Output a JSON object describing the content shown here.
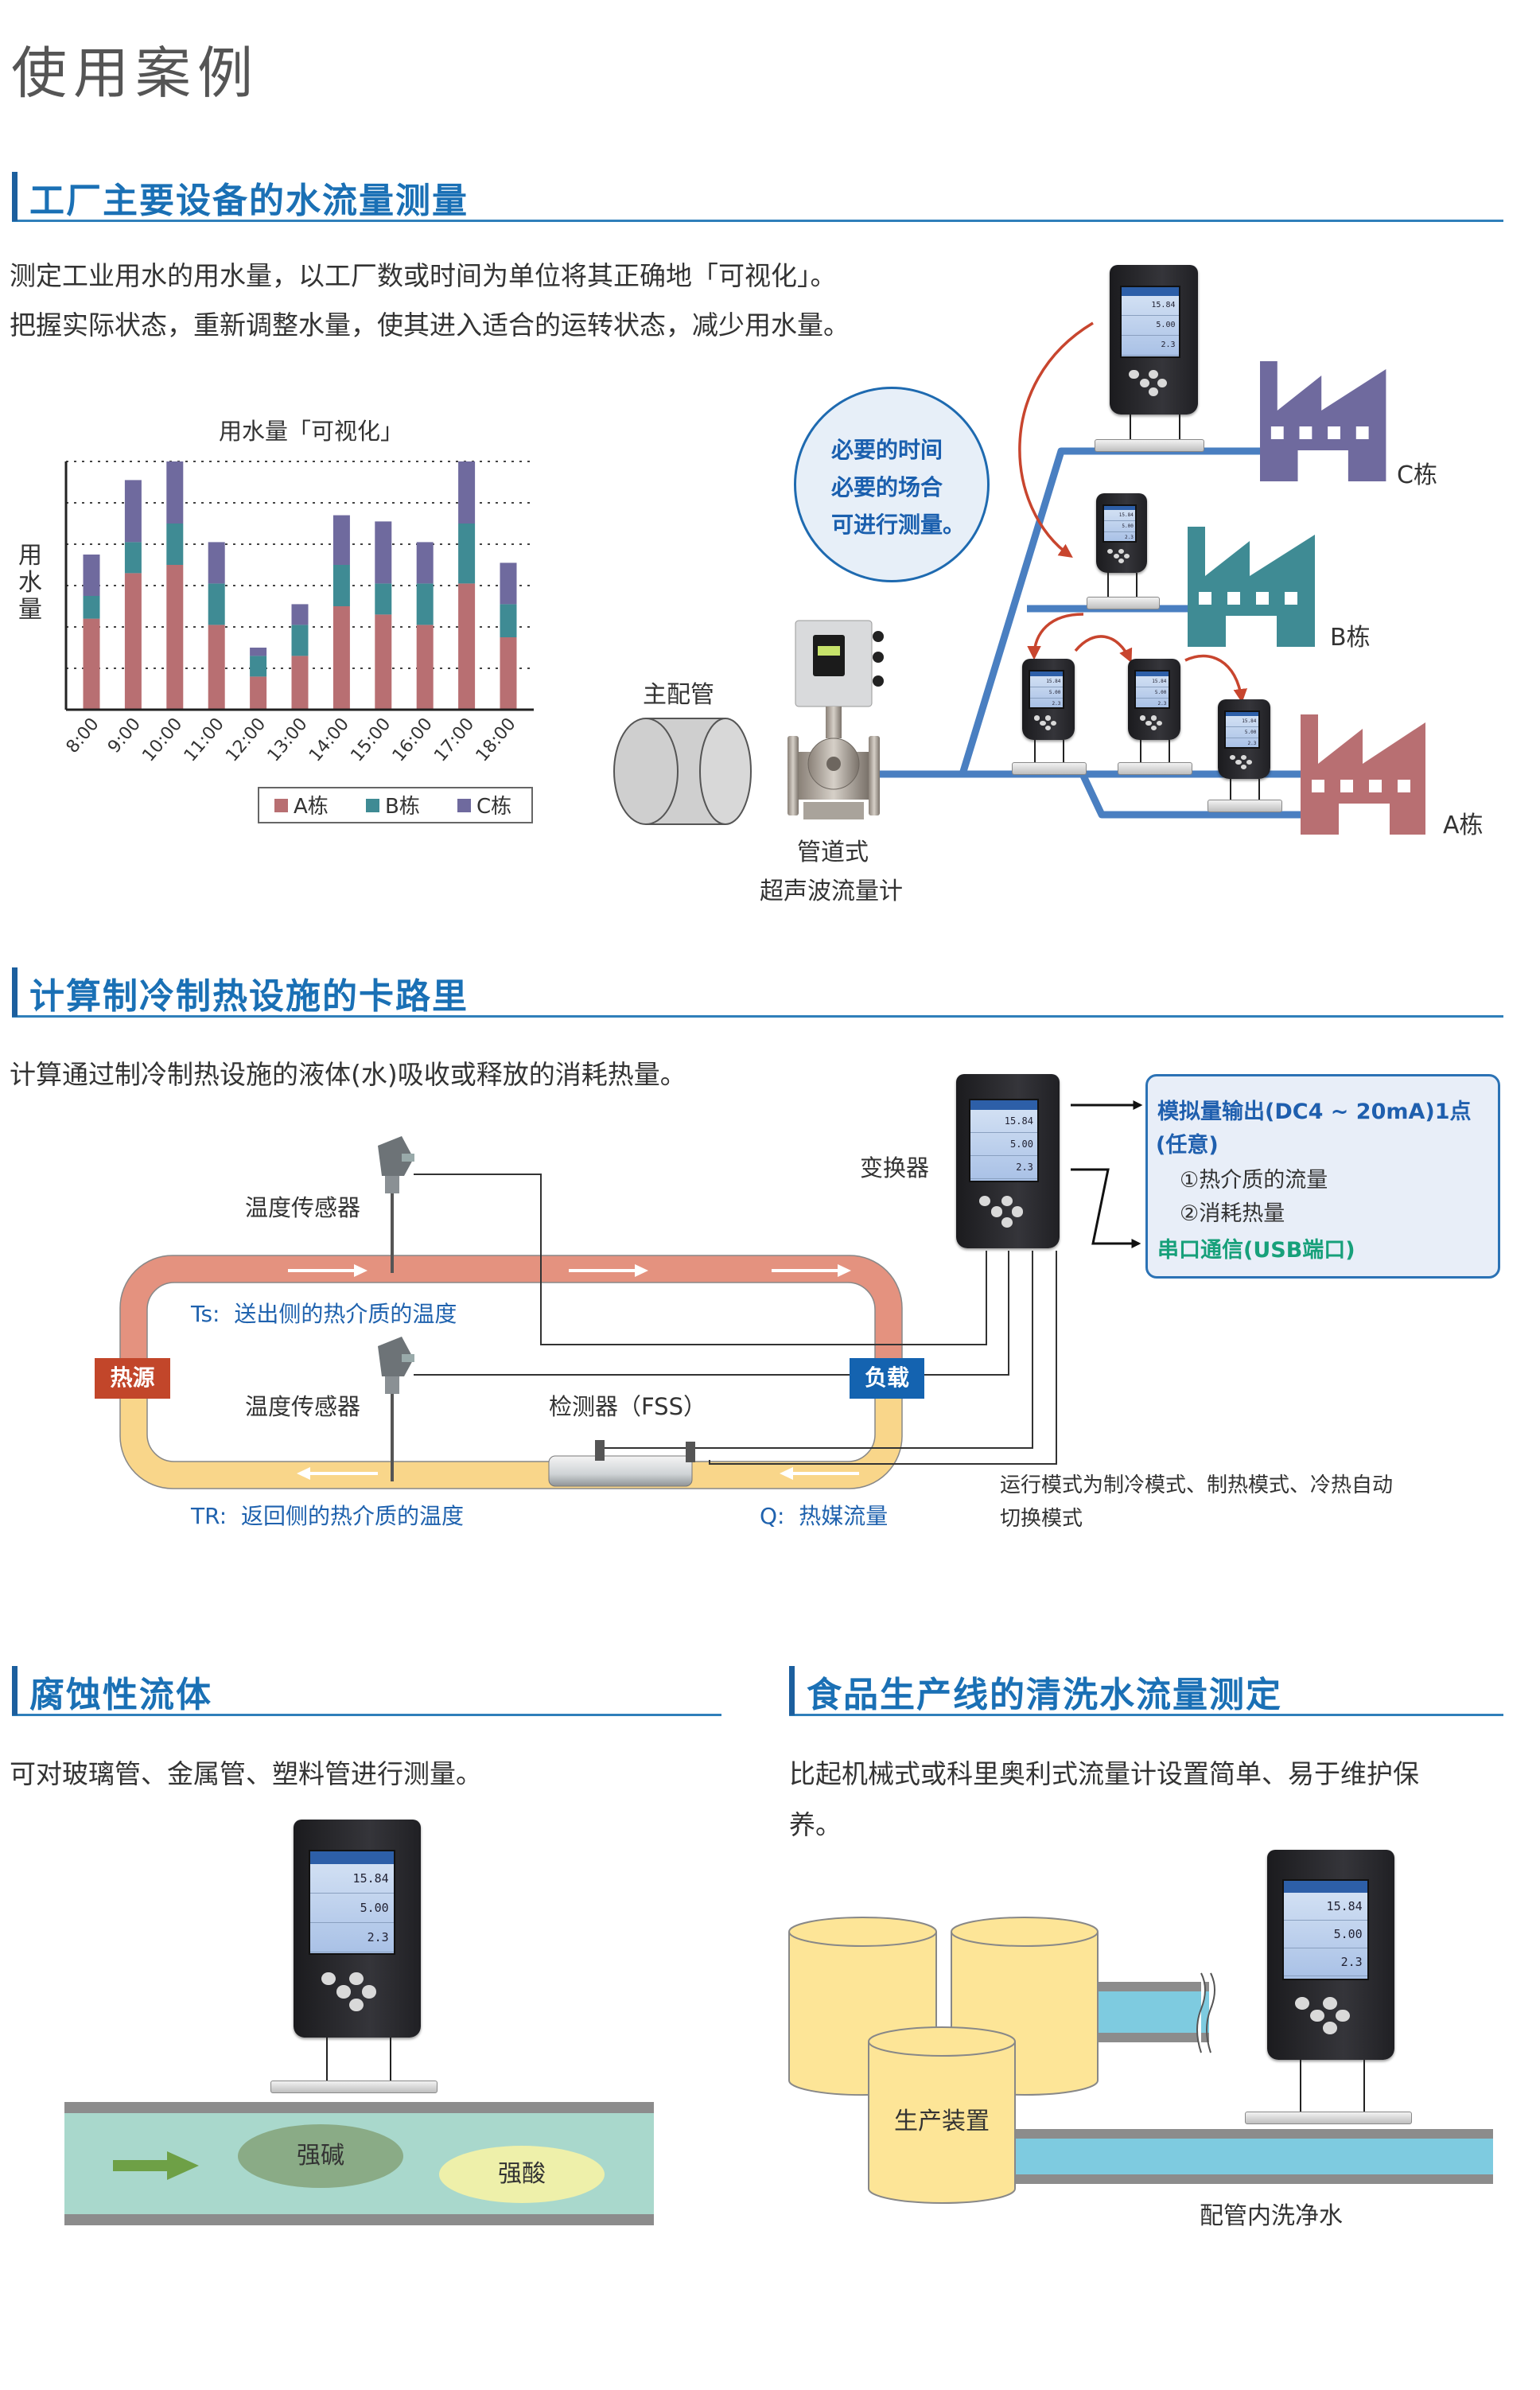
{
  "page_title": "使用案例",
  "device": {
    "screen_values": [
      "15.84",
      "5.00",
      "2.3"
    ]
  },
  "factory": {
    "title": "工厂主要设备的水流量测量",
    "paragraphs": [
      "测定工业用水的用水量，以工厂数或时间为单位将其正确地「可视化」。",
      "把握实际状态，重新调整水量，使其进入适合的运转状态，减少用水量。"
    ],
    "bubble_lines": [
      "必要的时间",
      "必要的场合",
      "可进行测量。"
    ],
    "main_pipe_label": "主配管",
    "meter_label_lines": [
      "管道式",
      "超声波流量计"
    ],
    "building_labels": {
      "c": "C栋",
      "b": "B栋",
      "a": "A栋"
    },
    "colors": {
      "a": "#b86f72",
      "b": "#3f8b94",
      "c": "#6f6a9e",
      "pipe": "#4a7fc1",
      "arrow": "#c8452e"
    }
  },
  "chart_data": {
    "type": "bar",
    "stacked": true,
    "title": "用水量「可视化」",
    "xlabel": "",
    "ylabel": "用水量",
    "ylim": [
      0,
      6
    ],
    "grid": true,
    "categories": [
      "8:00",
      "9:00",
      "10:00",
      "11:00",
      "12:00",
      "13:00",
      "14:00",
      "15:00",
      "16:00",
      "17:00",
      "18:00"
    ],
    "series": [
      {
        "name": "A栋",
        "color": "#b86f72",
        "values": [
          2.2,
          3.3,
          3.5,
          2.05,
          0.8,
          1.3,
          2.5,
          2.3,
          2.05,
          3.05,
          1.75
        ]
      },
      {
        "name": "B栋",
        "color": "#3f8b94",
        "values": [
          0.55,
          0.75,
          1.0,
          1.0,
          0.5,
          0.75,
          1.0,
          0.75,
          1.0,
          1.45,
          0.8
        ]
      },
      {
        "name": "C栋",
        "color": "#6f6a9e",
        "values": [
          1.0,
          1.5,
          1.5,
          1.0,
          0.2,
          0.5,
          1.2,
          1.5,
          1.0,
          1.5,
          1.0
        ]
      }
    ],
    "legend": "bottom-right"
  },
  "calorie": {
    "title": "计算制冷制热设施的卡路里",
    "paragraph": "计算通过制冷制热设施的液体(水)吸收或释放的消耗热量。",
    "converter_label": "变换器",
    "output_box": {
      "analog_line1": "模拟量输出(DC4 ~ 20mA)1点",
      "analog_line2": "(任意)",
      "item1": "①热介质的流量",
      "item2": "②消耗热量",
      "serial": "串口通信(USB端口)"
    },
    "sensor_label_top": "温度传感器",
    "sensor_label_bottom": "温度传感器",
    "detector_label": "检测器（FSS）",
    "heat_source": "热源",
    "load": "负载",
    "ts_prefix": "Ts:",
    "ts_text": "送出侧的热介质的温度",
    "tr_prefix": "TR:",
    "tr_text": "返回侧的热介质的温度",
    "q_prefix": "Q:",
    "q_text": "热媒流量",
    "note_lines": [
      "运行模式为制冷模式、制热模式、冷热自动",
      "切换模式"
    ]
  },
  "corrosive": {
    "title": "腐蚀性流体",
    "paragraph": "可对玻璃管、金属管、塑料管进行测量。",
    "alkali": "强碱",
    "acid": "强酸"
  },
  "food": {
    "title": "食品生产线的清洗水流量测定",
    "paragraph_lines": [
      "比起机械式或科里奥利式流量计设置简单、易于维护保",
      "养。"
    ],
    "equipment_label": "生产装置",
    "pipe_label": "配管内洗净水"
  }
}
